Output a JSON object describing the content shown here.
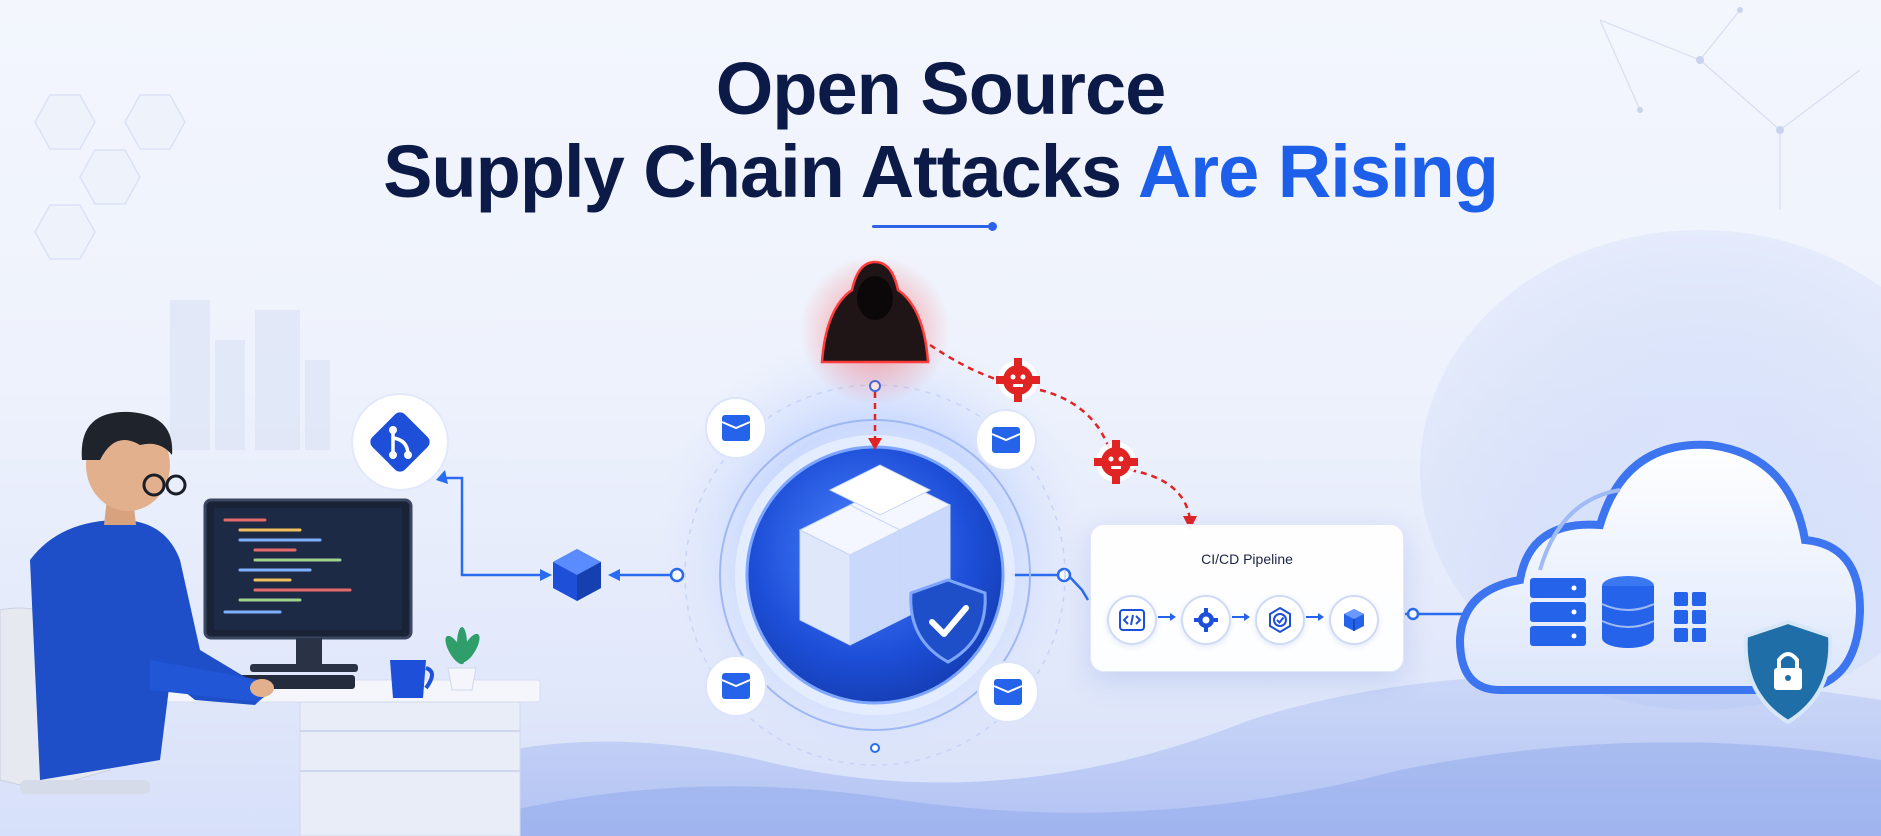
{
  "title": {
    "line1": "Open Source",
    "line2_main": "Supply Chain Attacks ",
    "line2_accent": "Are Rising"
  },
  "pipeline": {
    "label": "CI/CD Pipeline",
    "stages": [
      "code-icon",
      "gear-icon",
      "check-icon",
      "package-icon"
    ]
  },
  "colors": {
    "title": "#0c1a47",
    "accent": "#1d5fe8",
    "threat": "#e02424",
    "brand_blue": "#2563eb"
  },
  "icons": [
    "git-icon",
    "package-icon",
    "hacker-icon",
    "malware-icon",
    "shield-check-icon",
    "cloud-icon",
    "server-icon",
    "database-icon",
    "lock-shield-icon"
  ]
}
